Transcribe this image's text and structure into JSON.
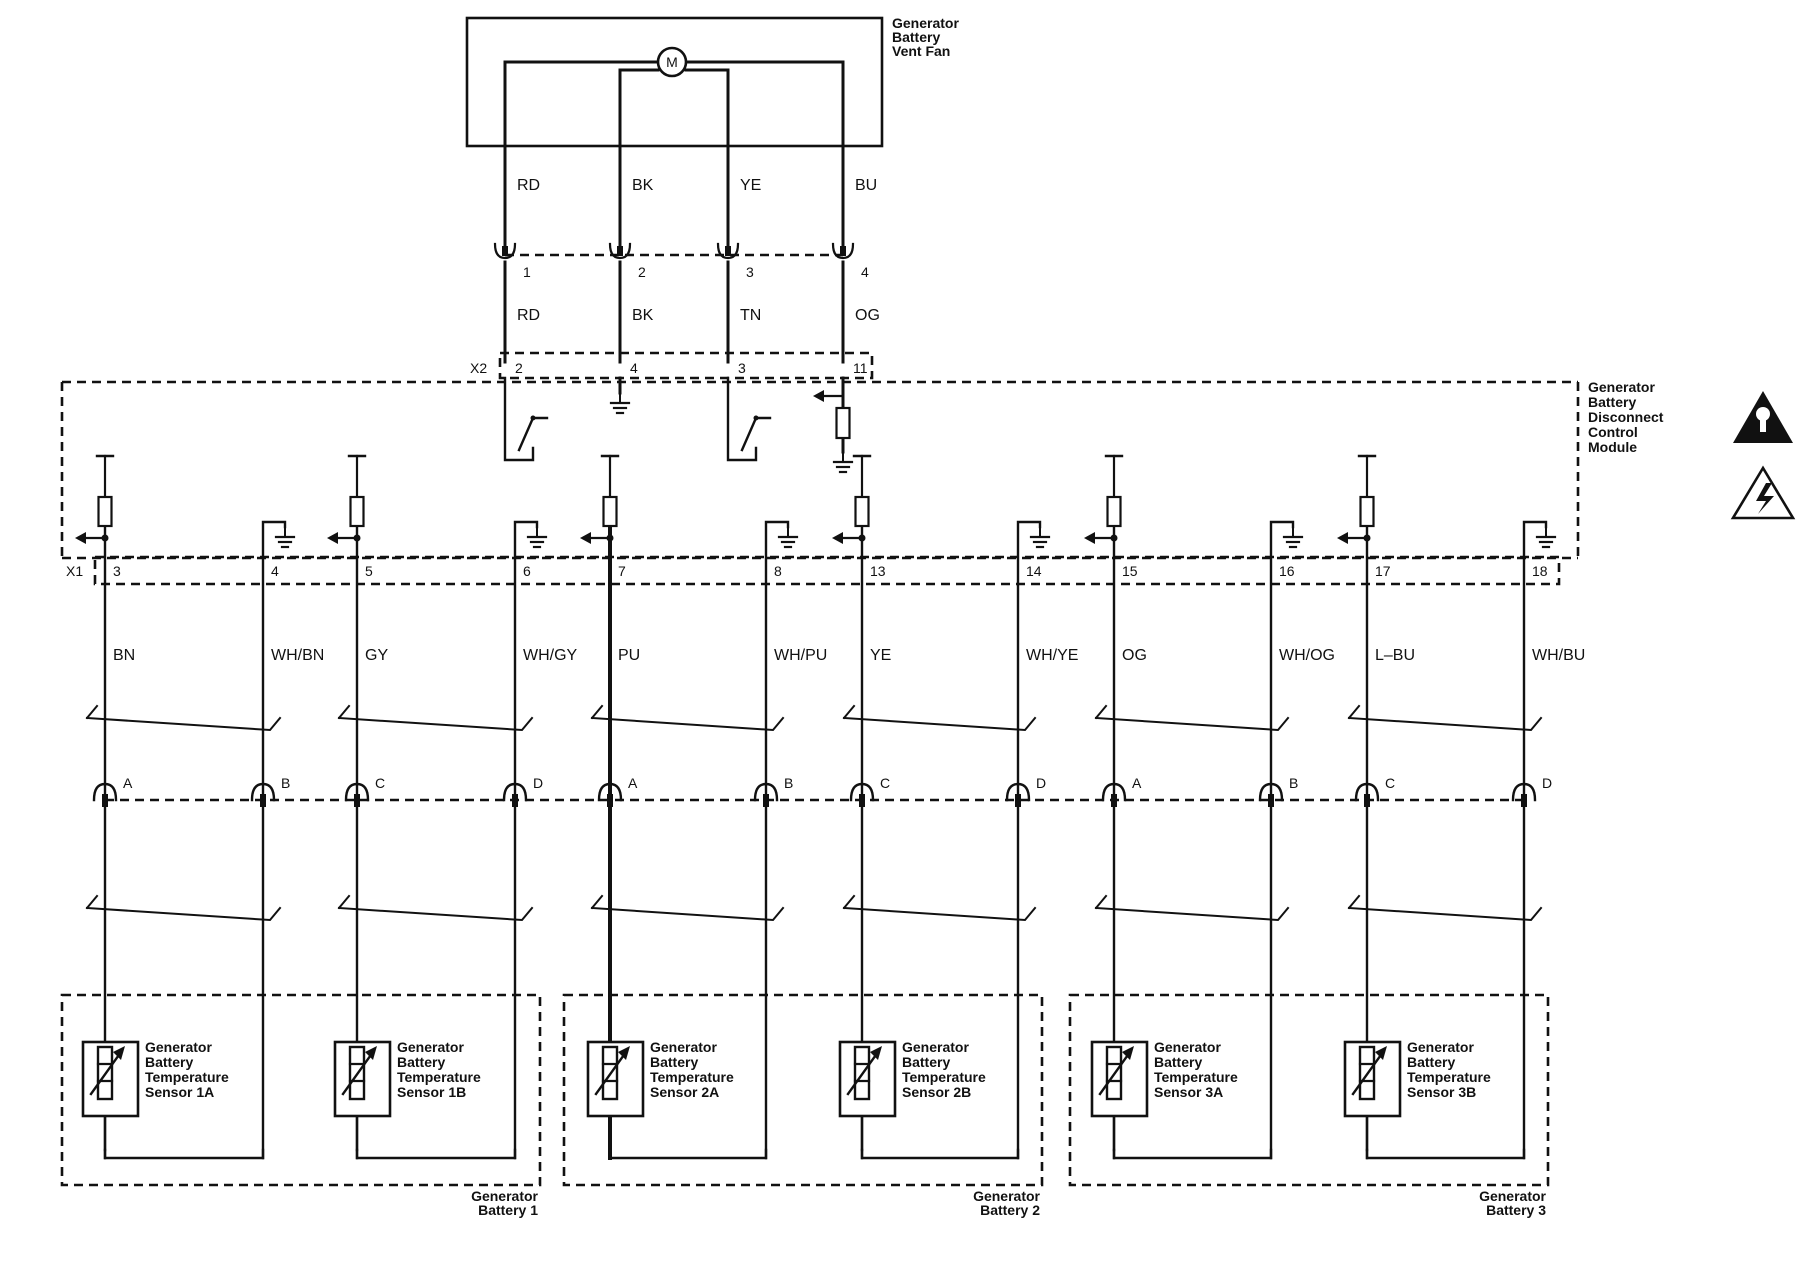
{
  "vent_fan": {
    "title": [
      "Generator",
      "Battery",
      "Vent Fan"
    ],
    "motor_symbol": "M",
    "upper_colors": [
      "RD",
      "BK",
      "YE",
      "BU"
    ],
    "connector_pins": [
      "1",
      "2",
      "3",
      "4"
    ],
    "lower_colors": [
      "RD",
      "BK",
      "TN",
      "OG"
    ]
  },
  "module": {
    "title": [
      "Generator",
      "Battery",
      "Disconnect",
      "Control",
      "Module"
    ],
    "x2_label": "X2",
    "x2_pins": [
      "2",
      "4",
      "3",
      "11"
    ],
    "x1_label": "X1",
    "x1_pins": [
      "3",
      "4",
      "5",
      "6",
      "7",
      "8",
      "13",
      "14",
      "15",
      "16",
      "17",
      "18"
    ]
  },
  "sensor_circuits": {
    "wire_colors": [
      "BN",
      "WH/BN",
      "GY",
      "WH/GY",
      "PU",
      "WH/PU",
      "YE",
      "WH/YE",
      "OG",
      "WH/OG",
      "L–BU",
      "WH/BU"
    ],
    "connector_letters": [
      "A",
      "B",
      "C",
      "D",
      "A",
      "B",
      "C",
      "D",
      "A",
      "B",
      "C",
      "D"
    ]
  },
  "batteries": [
    {
      "label": [
        "Generator",
        "Battery 1"
      ],
      "sensors": [
        {
          "label": [
            "Generator",
            "Battery",
            "Temperature",
            "Sensor 1A"
          ]
        },
        {
          "label": [
            "Generator",
            "Battery",
            "Temperature",
            "Sensor 1B"
          ]
        }
      ]
    },
    {
      "label": [
        "Generator",
        "Battery 2"
      ],
      "sensors": [
        {
          "label": [
            "Generator",
            "Battery",
            "Temperature",
            "Sensor 2A"
          ]
        },
        {
          "label": [
            "Generator",
            "Battery",
            "Temperature",
            "Sensor 2B"
          ]
        }
      ]
    },
    {
      "label": [
        "Generator",
        "Battery 3"
      ],
      "sensors": [
        {
          "label": [
            "Generator",
            "Battery",
            "Temperature",
            "Sensor 3A"
          ]
        },
        {
          "label": [
            "Generator",
            "Battery",
            "Temperature",
            "Sensor 3B"
          ]
        }
      ]
    }
  ],
  "icons": [
    "caution-icon",
    "high-voltage-icon"
  ],
  "colors": {
    "ink": "#111111",
    "paper": "#ffffff"
  }
}
